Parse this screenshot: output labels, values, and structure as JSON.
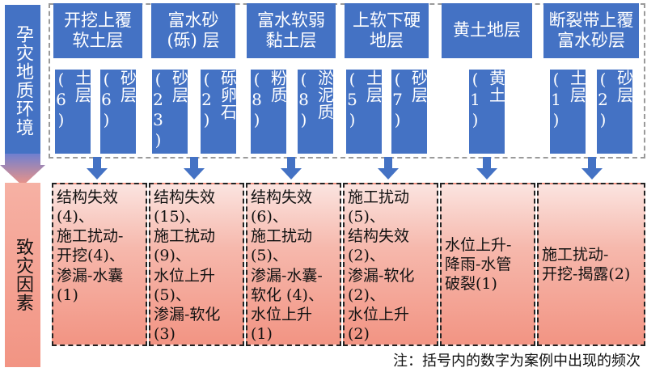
{
  "side_labels": {
    "env": "孕灾地质环境",
    "cause": "致灾因素"
  },
  "columns": [
    {
      "category": "开挖上覆\n软土层",
      "subs": [
        "土层 (6)",
        "砂层 (6)"
      ],
      "factors": "结构失效\n(4)、\n施工扰动-\n开挖(4)、\n渗漏-水囊\n(1)"
    },
    {
      "category": "富水砂\n(砾) 层",
      "subs": [
        "砂层 (23)",
        "砾卵石 (2)"
      ],
      "factors": "结构失效\n(15)、\n施工扰动\n(9)、\n水位上升\n(5)、\n渗漏-软化\n(3)"
    },
    {
      "category": "富水软弱\n黏土层",
      "subs": [
        "粉质 (8)",
        "淤泥质 (8)"
      ],
      "factors": "结构失效\n(6)、\n施工扰动\n(5)、\n渗漏-水囊-\n软化 (4)、\n水位上升\n(1)"
    },
    {
      "category": "上软下硬\n地层",
      "subs": [
        "土层 (5)",
        "砂层 (7)"
      ],
      "factors": "施工扰动\n(5)、\n结构失效\n(2)、\n渗漏-软化\n(2)、\n水位上升\n(2)"
    },
    {
      "category": "黄土地层",
      "subs": [
        "黄土 (1)"
      ],
      "factors": "水位上升-\n降雨-水管\n破裂(1)"
    },
    {
      "category": "断裂带上覆\n富水砂层",
      "subs": [
        "土层 (1)",
        "砂层 (2)"
      ],
      "factors": "施工扰动-\n开挖-揭露(2)"
    }
  ],
  "note": "注：括号内的数字为案例中出现的频次",
  "colors": {
    "blue": "#4472c4",
    "salmon": "#f29483"
  }
}
